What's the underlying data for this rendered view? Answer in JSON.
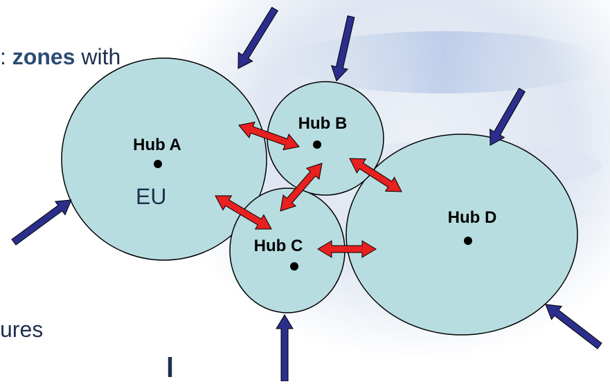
{
  "background_text": {
    "line1_bold": "zones",
    "line1_rest": "with",
    "line1_prefix": ":",
    "line2": "EU",
    "line3": "ures",
    "line4": "l"
  },
  "hubs": [
    {
      "id": "A",
      "label": "Hub A"
    },
    {
      "id": "B",
      "label": "Hub B"
    },
    {
      "id": "C",
      "label": "Hub C"
    },
    {
      "id": "D",
      "label": "Hub D"
    }
  ],
  "colors": {
    "hub_fill": "#b8dde0",
    "inter_hub_arrow": "#e8201f",
    "supply_arrow": "#2c2e8c",
    "background_glow": "#cfd9ea"
  }
}
